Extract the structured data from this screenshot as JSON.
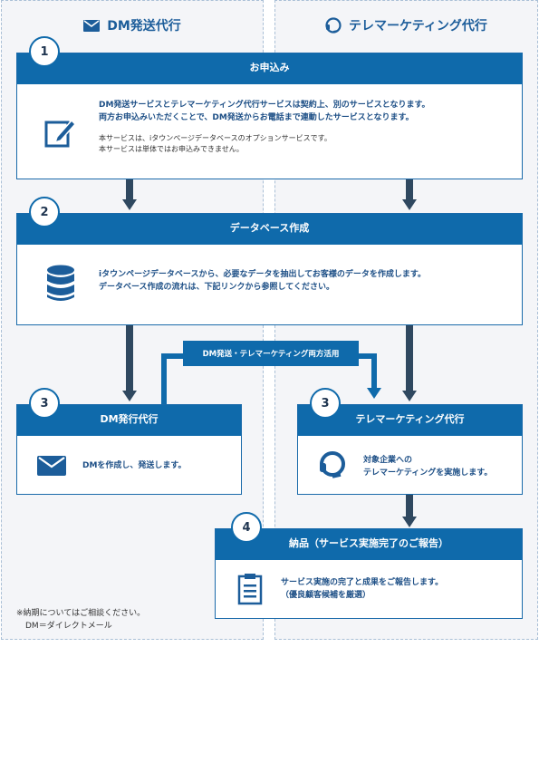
{
  "columns": {
    "left": {
      "title": "DM発送代行",
      "icon": "envelope-icon"
    },
    "right": {
      "title": "テレマーケティング代行",
      "icon": "headset-icon"
    }
  },
  "steps": {
    "apply": {
      "number": "1",
      "title": "お申込み",
      "lines": [
        "DM発送サービスとテレマーケティング代行サービスは契約上、別のサービスとなります。",
        "両方お申込みいただくことで、DM発送からお電話まで連動したサービスとなります。"
      ],
      "notes": [
        "本サービスは、iタウンページデータベースのオプションサービスです。",
        "本サービスは単体ではお申込みできません。"
      ],
      "icon": "pen-paper-icon"
    },
    "database": {
      "number": "2",
      "title": "データベース作成",
      "lines": [
        "iタウンページデータベースから、必要なデータを抽出してお客様のデータを作成します。",
        "データベース作成の流れは、下記リンクから参照してください。"
      ],
      "icon": "database-icon"
    },
    "dm": {
      "number": "3",
      "title": "DM発行代行",
      "lines": [
        "DMを作成し、発送します。"
      ],
      "icon": "envelope-icon"
    },
    "tele": {
      "number": "3",
      "title": "テレマーケティング代行",
      "lines": [
        "対象企業への",
        "テレマーケティングを実施します。"
      ],
      "icon": "headset-icon"
    },
    "report": {
      "number": "4",
      "title": "納品（サービス実施完了のご報告）",
      "lines": [
        "サービス実施の完了と成果をご報告します。",
        "（優良顧客候補を厳選）"
      ],
      "icon": "clipboard-icon"
    }
  },
  "both_label": "DM発送・テレマーケティング両方活用",
  "footnotes": [
    "※納期についてはご相談ください。",
    "DM＝ダイレクトメール"
  ],
  "colors": {
    "primary": "#0f6aab",
    "arrow": "#2f4860",
    "column_bg": "#f4f5f8"
  }
}
